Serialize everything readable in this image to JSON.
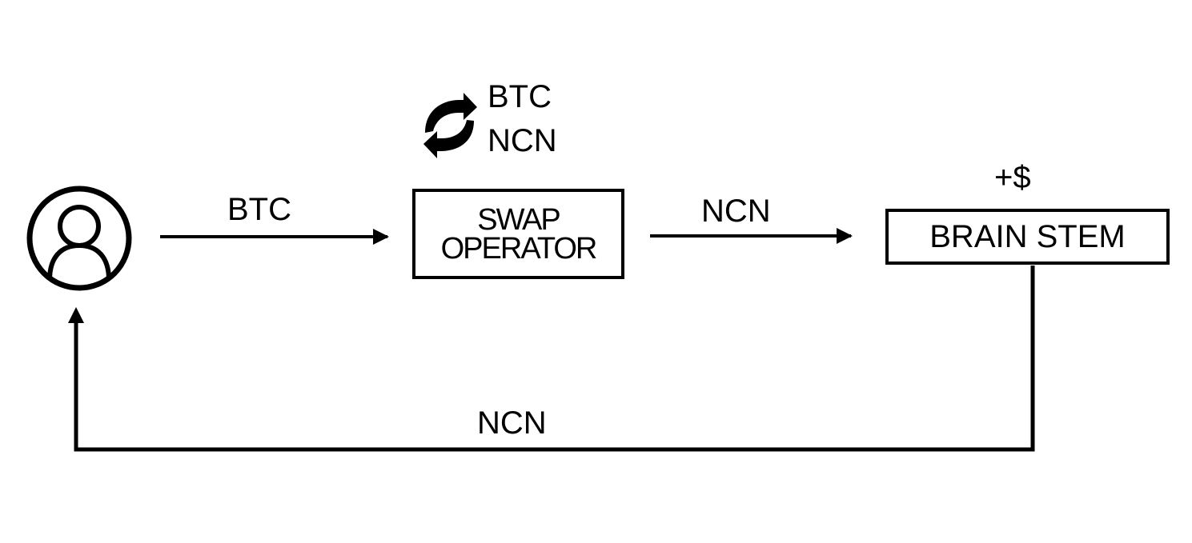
{
  "swap_pair": {
    "top": "BTC",
    "bottom": "NCN",
    "icon": "swap-arrows-icon"
  },
  "nodes": {
    "user": {
      "icon": "user-circle-icon"
    },
    "swap_operator": {
      "line1": "SWAP",
      "line2": "OPERATOR"
    },
    "brain_stem": {
      "label": "BRAIN STEM",
      "annotation": "+$"
    }
  },
  "edges": {
    "user_to_swap": "BTC",
    "swap_to_brain": "NCN",
    "brain_to_user": "NCN"
  },
  "colors": {
    "ink": "#000000",
    "background": "#ffffff"
  }
}
